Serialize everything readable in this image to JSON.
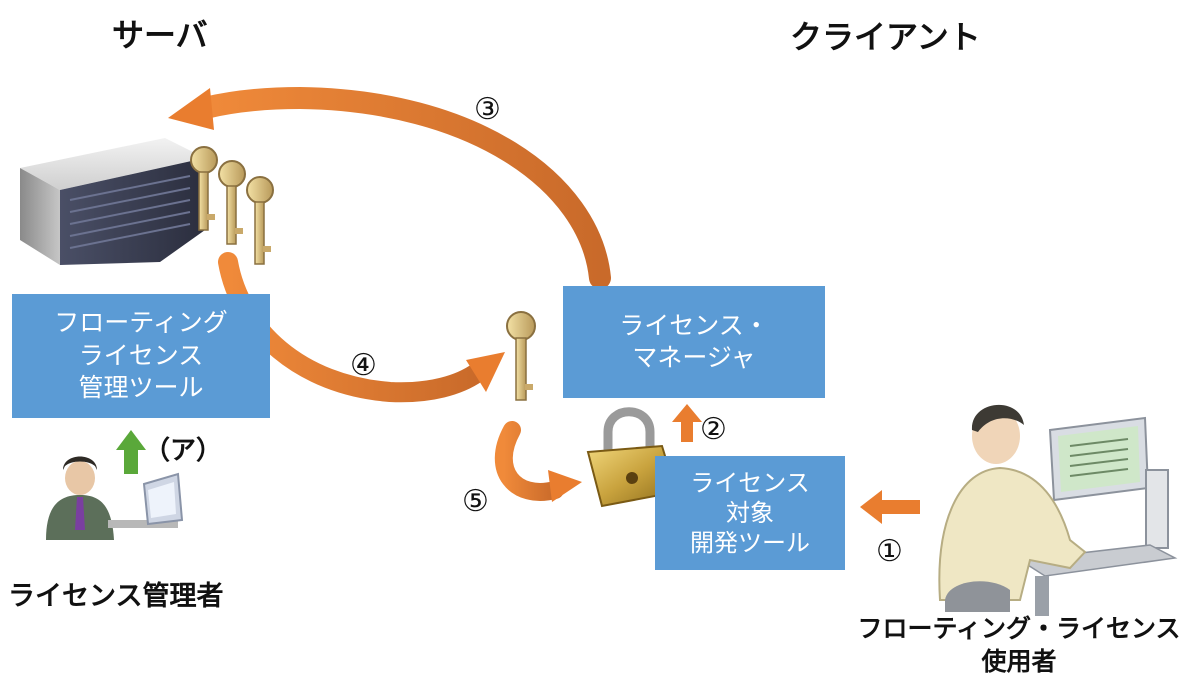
{
  "headings": {
    "server": "サーバ",
    "client": "クライアント"
  },
  "boxes": {
    "floating_tool": [
      "フローティング",
      "ライセンス",
      "管理ツール"
    ],
    "license_manager": [
      "ライセンス・",
      "マネージャ"
    ],
    "target_tool": [
      "ライセンス",
      "対象",
      "開発ツール"
    ]
  },
  "people": {
    "admin": "ライセンス管理者",
    "user": [
      "フローティング・ライセンス",
      "使用者"
    ]
  },
  "steps": {
    "s1": "①",
    "s2": "②",
    "s3": "③",
    "s4": "④",
    "s5": "⑤",
    "a": "（ア）"
  },
  "colors": {
    "box": "#5b9bd5",
    "arrow_orange": "#e97d2f",
    "arrow_green": "#5aa83a",
    "key": "#d7bd74",
    "lock": "#caa33c"
  },
  "icons": {
    "server": "server-icon",
    "keys": "keys-icon",
    "key": "key-icon",
    "lock": "padlock-icon",
    "admin": "admin-person-icon",
    "user": "user-person-icon"
  }
}
